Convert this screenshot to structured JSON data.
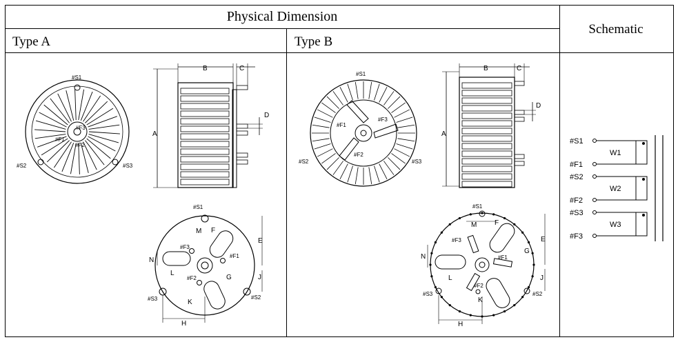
{
  "table": {
    "title": "Physical Dimension",
    "type_a": "Type A",
    "type_b": "Type B",
    "schematic": "Schematic"
  },
  "labels": {
    "A": "A",
    "B": "B",
    "C": "C",
    "D": "D",
    "E": "E",
    "F": "F",
    "G": "G",
    "H": "H",
    "J": "J",
    "K": "K",
    "L": "L",
    "M": "M",
    "N": "N",
    "S1": "#S1",
    "S2": "#S2",
    "S3": "#S3",
    "F1": "#F1",
    "F2": "#F2",
    "F3": "#F3"
  },
  "schematic": {
    "windings": [
      {
        "start": "#S1",
        "finish": "#F1",
        "name": "W1"
      },
      {
        "start": "#S2",
        "finish": "#F2",
        "name": "W2"
      },
      {
        "start": "#S3",
        "finish": "#F3",
        "name": "W3"
      }
    ]
  }
}
